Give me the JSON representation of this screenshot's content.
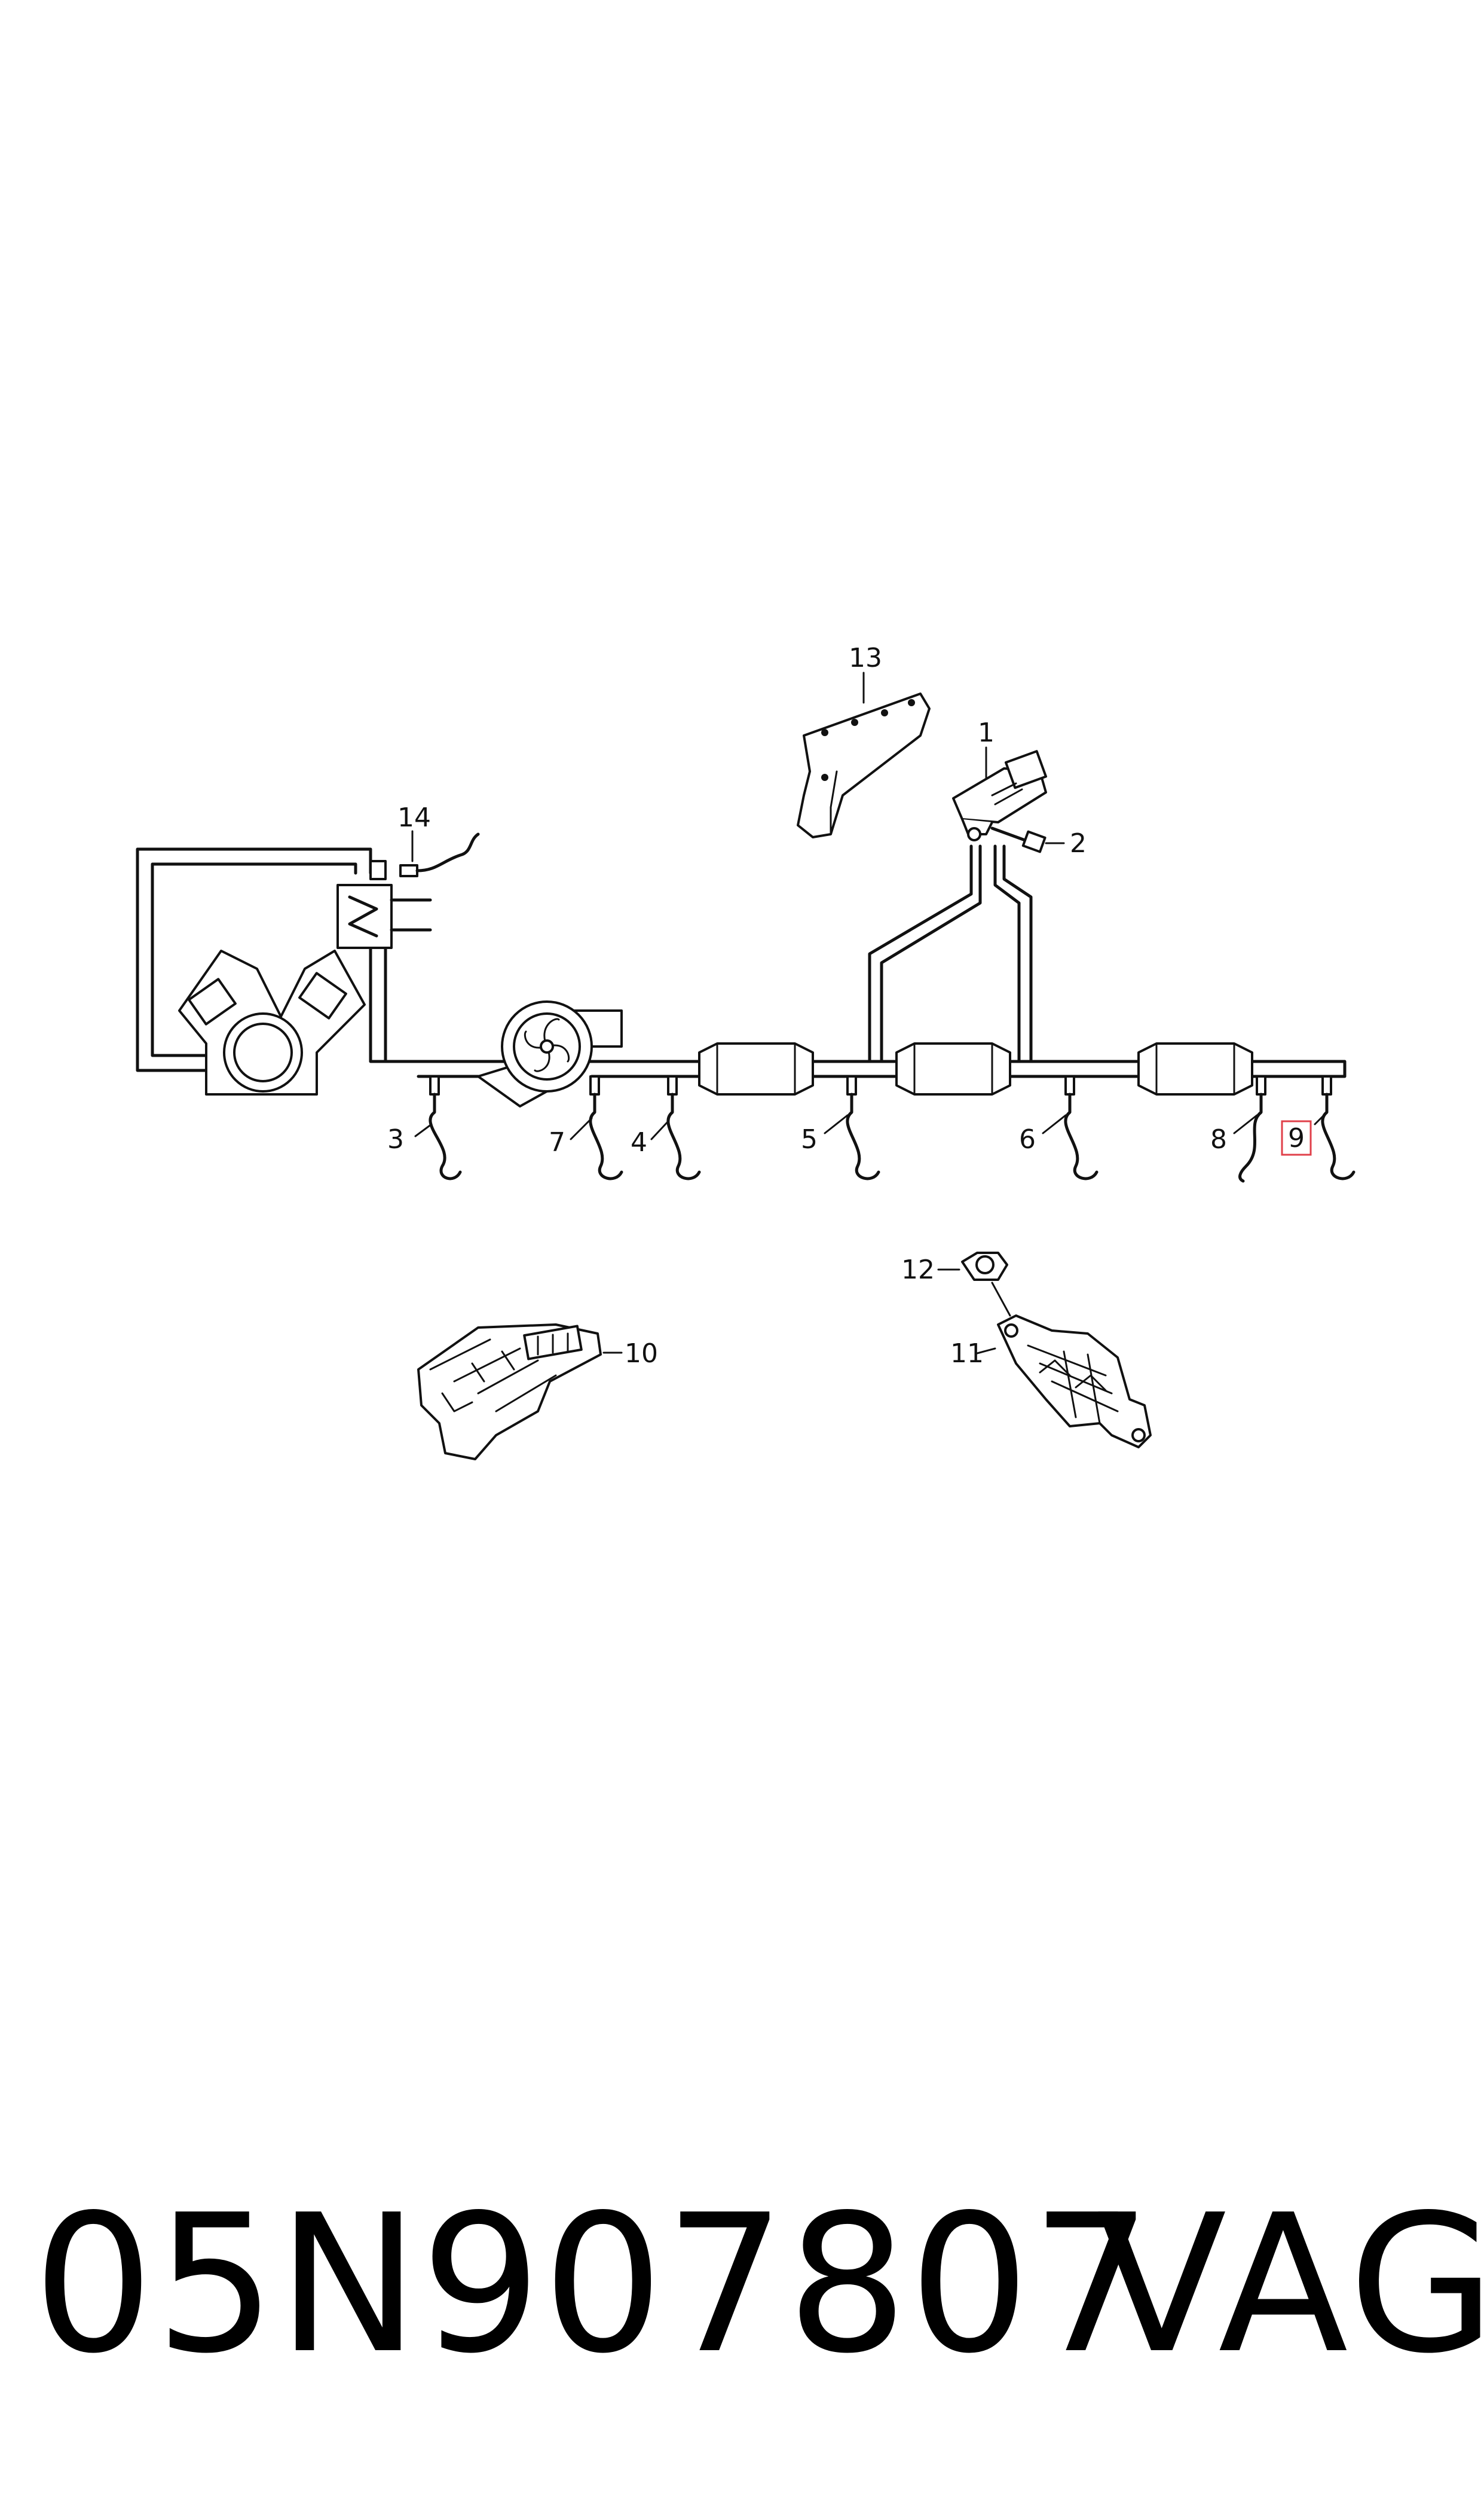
{
  "callouts": {
    "c1": "1",
    "c2": "2",
    "c3": "3",
    "c4": "4",
    "c5": "5",
    "c6": "6",
    "c7": "7",
    "c8": "8",
    "c9": "9",
    "c10": "10",
    "c11": "11",
    "c12": "12",
    "c13": "13",
    "c14": "14"
  },
  "highlight_color": "#e0404a",
  "footer": {
    "part_number": "05N907807",
    "brand": "VAG"
  }
}
